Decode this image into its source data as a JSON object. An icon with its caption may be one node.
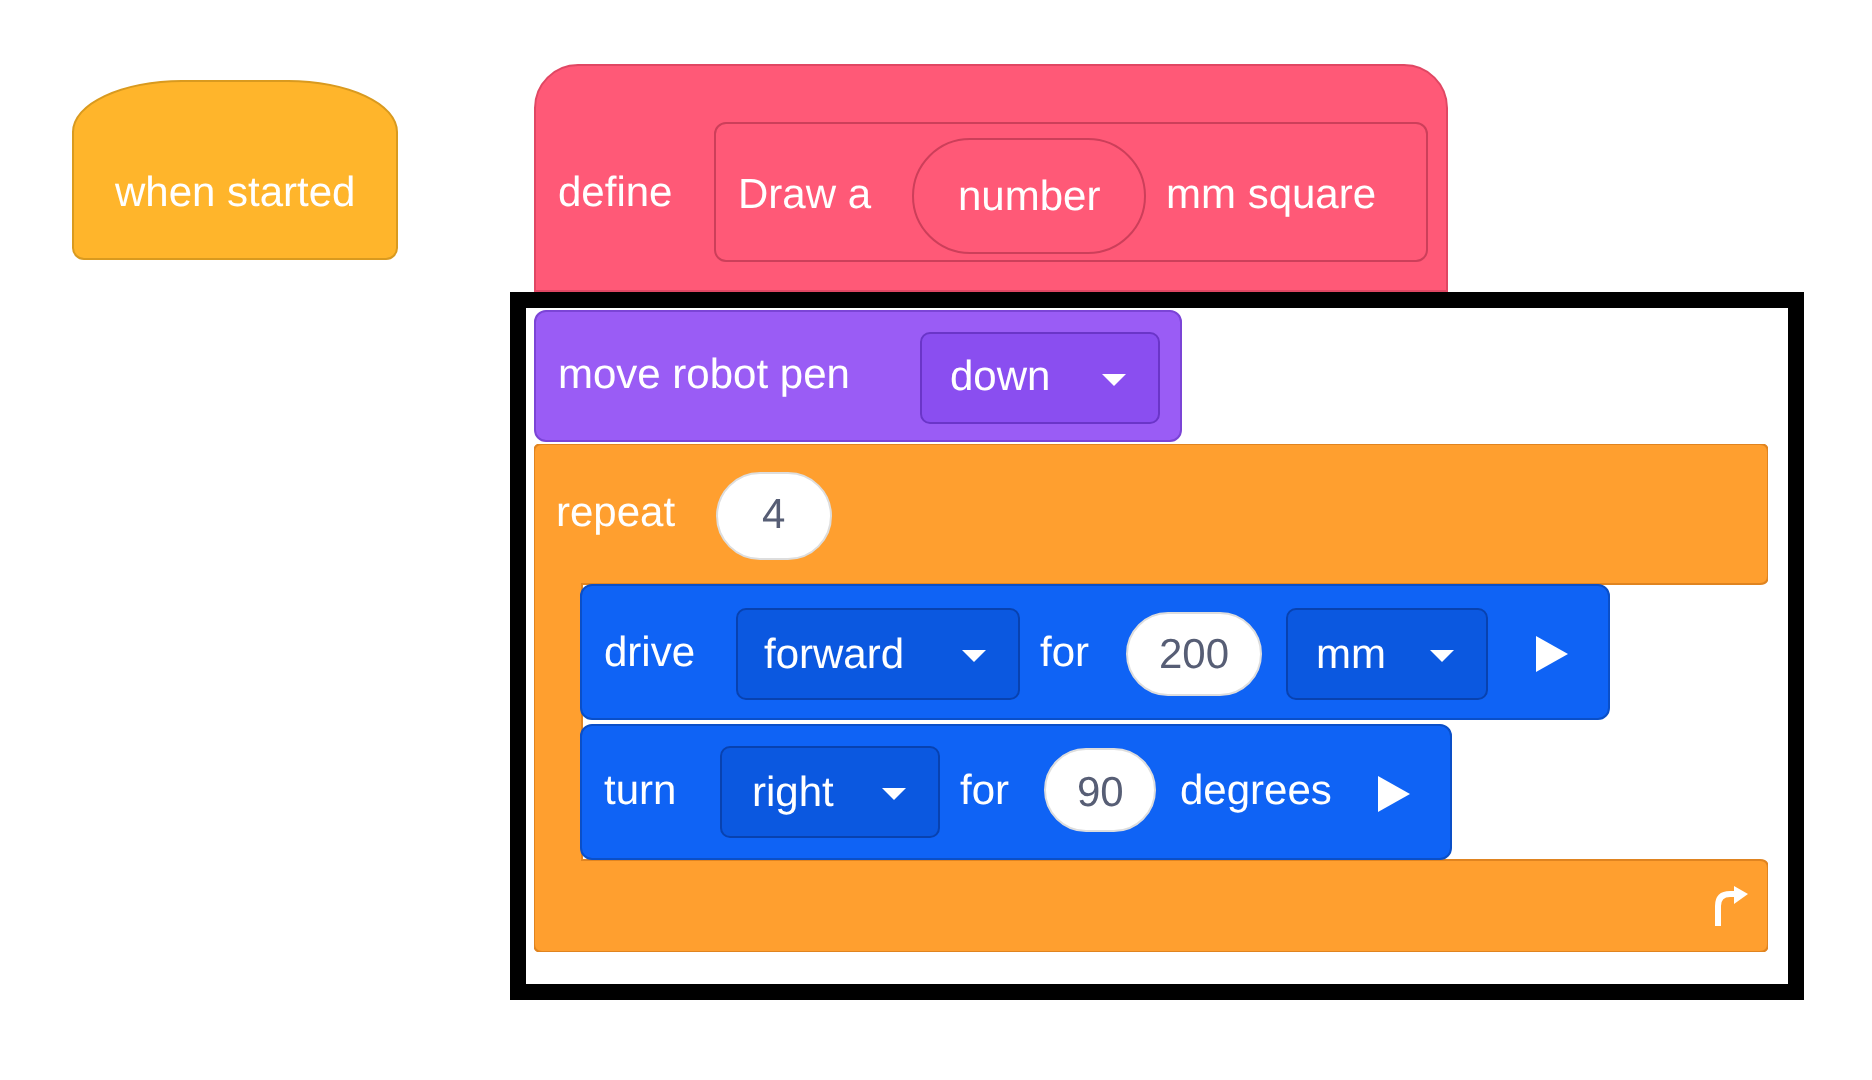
{
  "diagram": {
    "nodes": [
      {
        "text": [
          "when started"
        ]
      },
      {
        "text": [
          "define"
        ]
      },
      {
        "text": [
          "Draw a",
          "mm square"
        ],
        "in": 1
      },
      {
        "text": [
          "number"
        ],
        "in": 2
      },
      {
        "text": [],
        "shape": "box"
      },
      {
        "text": [
          "move robot pen"
        ],
        "in": 4
      },
      {
        "text": [
          "down"
        ],
        "in": 5
      },
      {
        "text": [
          "repeat"
        ],
        "in": 4
      },
      {
        "text": [
          "4"
        ],
        "in": 7
      },
      {
        "text": [
          "drive",
          "for"
        ],
        "in": 7
      },
      {
        "text": [
          "forward"
        ],
        "in": 9
      },
      {
        "text": [
          "200"
        ],
        "in": 9
      },
      {
        "text": [
          "mm"
        ],
        "in": 9
      },
      {
        "text": [
          "turn",
          "for",
          "degrees"
        ],
        "in": 7
      },
      {
        "text": [
          "right"
        ],
        "in": 13
      },
      {
        "text": [
          "90"
        ],
        "in": 13
      }
    ]
  }
}
